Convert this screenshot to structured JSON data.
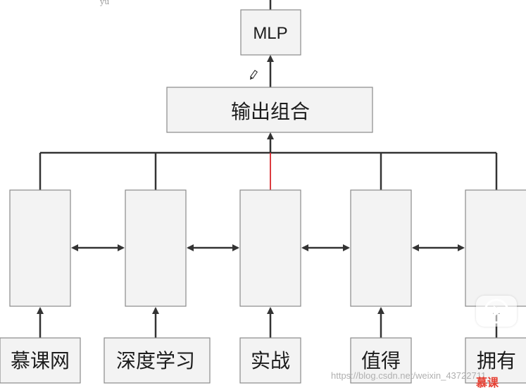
{
  "top_note": "yu",
  "mlp_label": "MLP",
  "output_label": "输出组合",
  "inputs": [
    "慕课网",
    "深度学习",
    "实战",
    "值得",
    "拥有"
  ],
  "watermark": "https://blog.csdn.net/weixin_43722711",
  "brand": "慕课",
  "colors": {
    "box_fill": "#f3f3f3",
    "box_stroke": "#8a8a8a",
    "line": "#333333",
    "highlight_line": "#d9262b"
  },
  "icons": [
    "pencil-cursor-icon",
    "play-icon"
  ]
}
